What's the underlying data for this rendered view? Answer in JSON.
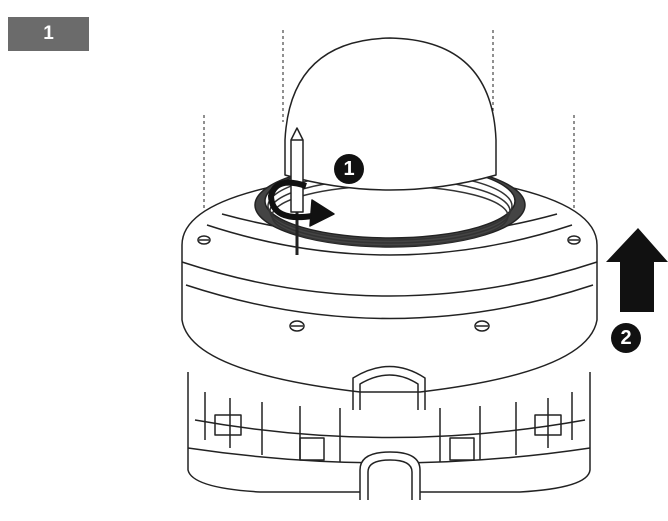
{
  "step": {
    "number": "1"
  },
  "callouts": {
    "first": "1",
    "second": "2"
  },
  "icons": {
    "rotate": "rotate-arrow-icon",
    "lift": "arrow-up-icon",
    "tool": "screwdriver-icon"
  },
  "colors": {
    "badge": "#6b6b6b",
    "ink": "#111111",
    "line": "#222222"
  }
}
